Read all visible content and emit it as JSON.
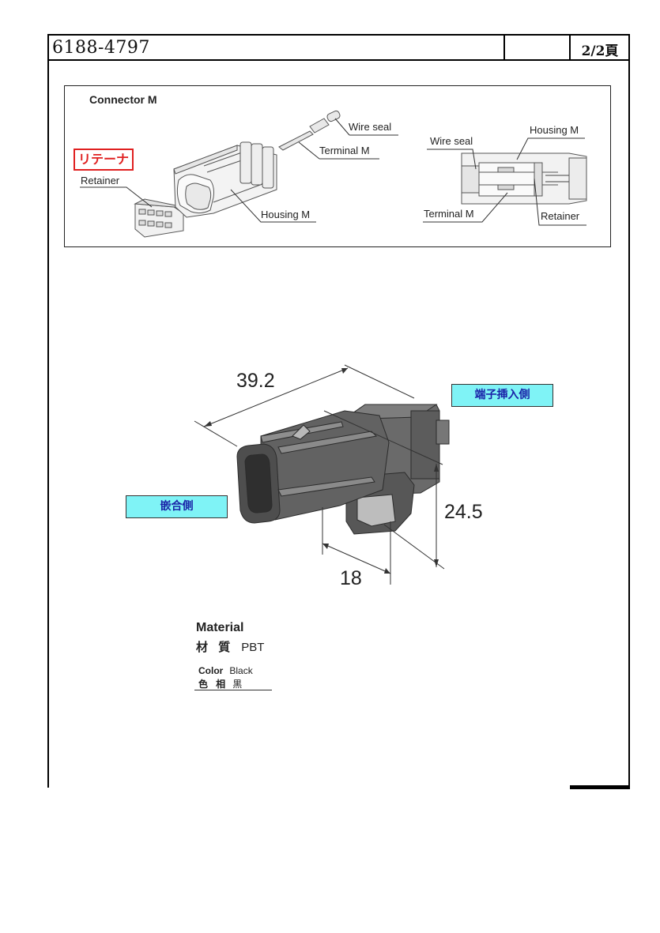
{
  "header": {
    "doc_number": "6188-4797",
    "page": "2/2頁"
  },
  "diagram": {
    "title": "Connector M",
    "retainer_jp": "リテーナ",
    "left_labels": {
      "retainer": "Retainer",
      "housing": "Housing M",
      "terminal": "Terminal M",
      "wire_seal": "Wire seal"
    },
    "right_labels": {
      "wire_seal": "Wire seal",
      "housing": "Housing M",
      "terminal": "Terminal M",
      "retainer": "Retainer"
    }
  },
  "drawing": {
    "dim_length": "39.2",
    "dim_height": "24.5",
    "dim_depth": "18",
    "tag_terminal_side": "端子挿入側",
    "tag_mating_side": "嵌合側",
    "colors": {
      "tag_fill": "#7ff3f6",
      "tag_text": "#1a23a8",
      "housing": "#5f5f5f"
    }
  },
  "material": {
    "title": "Material",
    "jp_label": "材 質",
    "value": "PBT",
    "color_label": "Color",
    "color_value": "Black",
    "color_jp_label": "色 相",
    "color_jp_value": "黒"
  }
}
